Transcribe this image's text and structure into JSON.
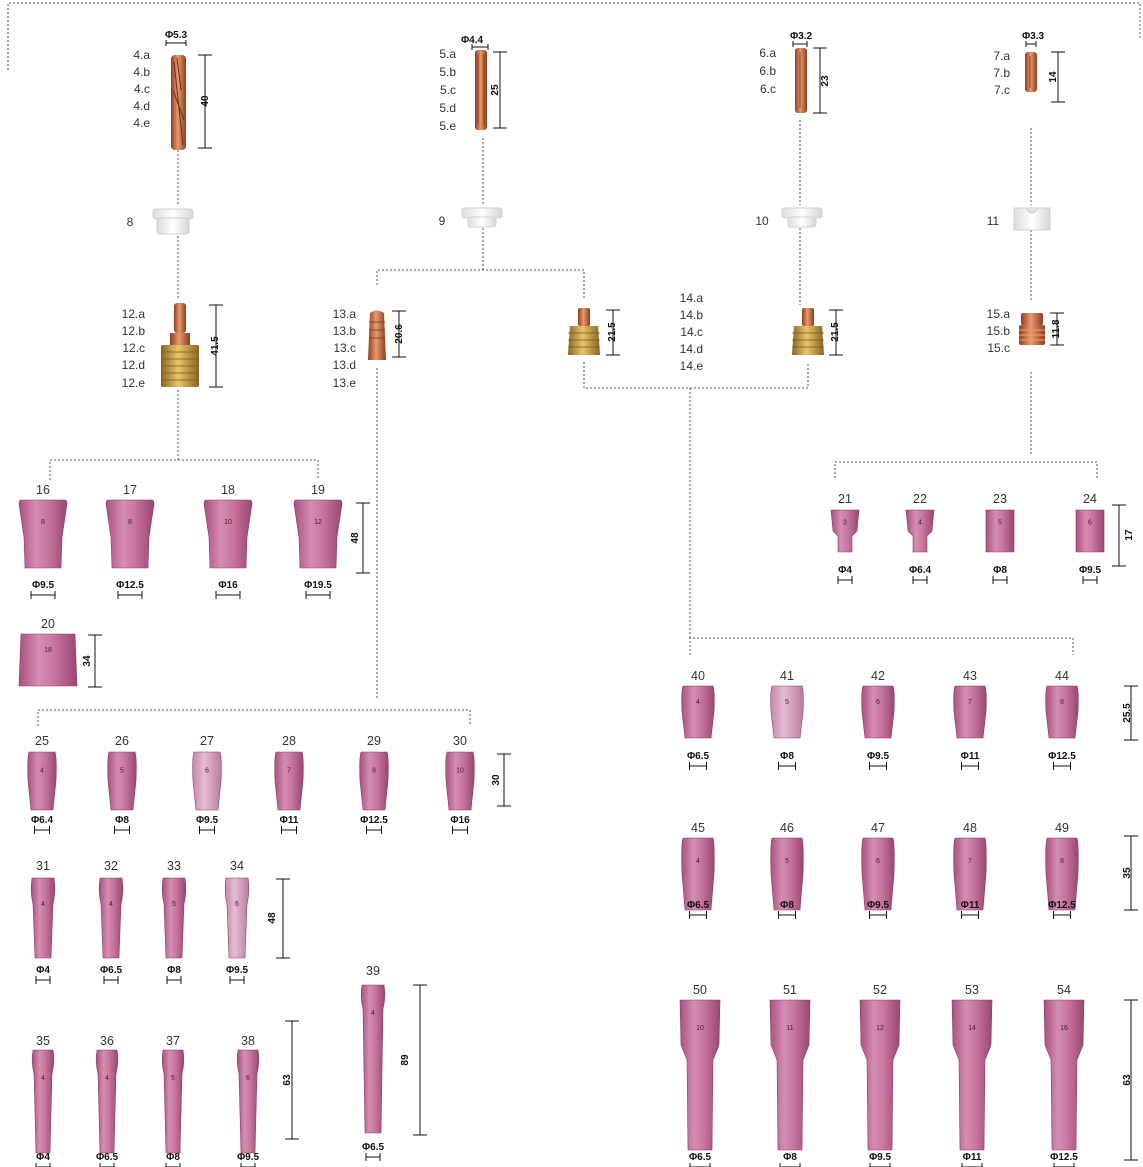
{
  "collets": [
    {
      "diameter": "Φ5.3",
      "refs": [
        "4.a",
        "4.b",
        "4.c",
        "4.d",
        "4.e"
      ],
      "length": "40"
    },
    {
      "diameter": "Φ4.4",
      "refs": [
        "5.a",
        "5.b",
        "5.c",
        "5.d",
        "5.e"
      ],
      "length": "25"
    },
    {
      "diameter": "Φ3.2",
      "refs": [
        "6.a",
        "6.b",
        "6.c"
      ],
      "length": "23"
    },
    {
      "diameter": "Φ3.3",
      "refs": [
        "7.a",
        "7.b",
        "7.c"
      ],
      "length": "14"
    }
  ],
  "insulators": [
    "8",
    "9",
    "10",
    "11"
  ],
  "bodies": [
    {
      "refs": [
        "12.a",
        "12.b",
        "12.c",
        "12.d",
        "12.e"
      ],
      "length": "41.5"
    },
    {
      "refs": [
        "13.a",
        "13.b",
        "13.c",
        "13.d",
        "13.e"
      ],
      "length": "20.6"
    },
    {
      "refs": [],
      "length": "21.5"
    },
    {
      "refs": [
        "14.a",
        "14.b",
        "14.c",
        "14.d",
        "14.e"
      ],
      "length": "21.5"
    },
    {
      "refs": [
        "15.a",
        "15.b",
        "15.c"
      ],
      "length": "11.8"
    }
  ],
  "groups": [
    {
      "nums": [
        "16",
        "17",
        "18",
        "19"
      ],
      "diams": [
        "Φ9.5",
        "Φ12.5",
        "Φ16",
        "Φ19.5"
      ],
      "height": "48"
    },
    {
      "nums": [
        "20"
      ],
      "diams": [],
      "height": "34"
    },
    {
      "nums": [
        "21",
        "22",
        "23",
        "24"
      ],
      "diams": [
        "Φ4",
        "Φ6.4",
        "Φ8",
        "Φ9.5"
      ],
      "height": "17"
    },
    {
      "nums": [
        "25",
        "26",
        "27",
        "28",
        "29",
        "30"
      ],
      "diams": [
        "Φ6.4",
        "Φ8",
        "Φ9.5",
        "Φ11",
        "Φ12.5",
        "Φ16"
      ],
      "height": "30"
    },
    {
      "nums": [
        "31",
        "32",
        "33",
        "34"
      ],
      "diams": [
        "Φ4",
        "Φ6.5",
        "Φ8",
        "Φ9.5"
      ],
      "height": "48"
    },
    {
      "nums": [
        "35",
        "36",
        "37",
        "38"
      ],
      "diams": [
        "Φ4",
        "Φ6.5",
        "Φ8",
        "Φ9.5"
      ],
      "height": "63"
    },
    {
      "nums": [
        "39"
      ],
      "diams": [
        "Φ6.5"
      ],
      "height": "89"
    },
    {
      "nums": [
        "40",
        "41",
        "42",
        "43",
        "44"
      ],
      "diams": [
        "Φ6.5",
        "Φ8",
        "Φ9.5",
        "Φ11",
        "Φ12.5"
      ],
      "height": "25.5"
    },
    {
      "nums": [
        "45",
        "46",
        "47",
        "48",
        "49"
      ],
      "diams": [
        "Φ6.5",
        "Φ8",
        "Φ9.5",
        "Φ11",
        "Φ12.5"
      ],
      "height": "35"
    },
    {
      "nums": [
        "50",
        "51",
        "52",
        "53",
        "54"
      ],
      "diams": [
        "Φ6.5",
        "Φ8",
        "Φ9.5",
        "Φ11",
        "Φ12.5"
      ],
      "height": "63"
    }
  ],
  "nozzle_marks": {
    "16": "8",
    "17": "8",
    "18": "10",
    "19": "12",
    "20": "18",
    "21": "3",
    "22": "4",
    "23": "5",
    "24": "6",
    "25": "4",
    "26": "5",
    "27": "6",
    "28": "7",
    "29": "8",
    "30": "10",
    "31": "4",
    "32": "4",
    "33": "5",
    "34": "6",
    "35": "4",
    "36": "4",
    "37": "5",
    "38": "6",
    "39": "4",
    "40": "4",
    "41": "5",
    "42": "6",
    "43": "7",
    "44": "8",
    "45": "4",
    "46": "5",
    "47": "6",
    "48": "7",
    "49": "8",
    "50": "10",
    "51": "11",
    "52": "12",
    "53": "14",
    "54": "16"
  },
  "colors": {
    "ceramic": "#c7769d",
    "ceramic_light": "#d79bbb",
    "copper": "#c86a3c",
    "brass": "#c59a3a",
    "insulator": "#f2f2f2"
  }
}
